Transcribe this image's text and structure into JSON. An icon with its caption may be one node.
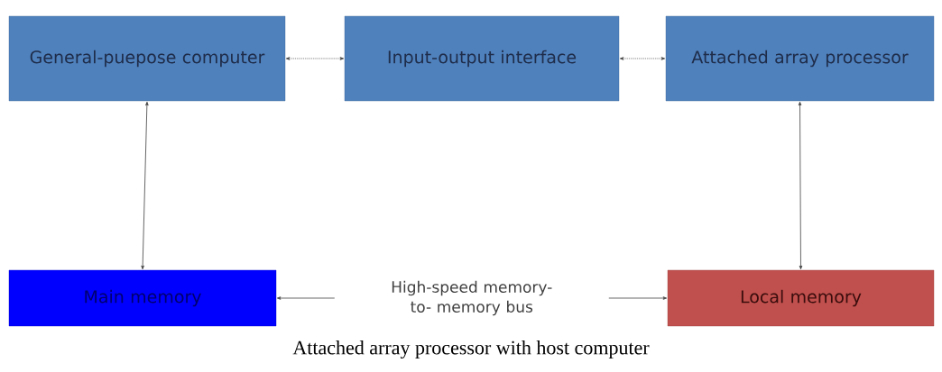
{
  "diagram": {
    "caption": "Attached array processor with host computer",
    "nodes": [
      {
        "text": [
          "General-puepose computer"
        ]
      },
      {
        "text": [
          "Input-output interface"
        ]
      },
      {
        "text": [
          "Attached array processor"
        ]
      },
      {
        "text": [
          "Main memory"
        ]
      },
      {
        "text": [
          "Local memory"
        ]
      }
    ],
    "edges": [
      {
        "from": 0,
        "to": 1,
        "arrow": "both",
        "style": "dashed"
      },
      {
        "from": 1,
        "to": 2,
        "arrow": "both",
        "style": "dashed"
      },
      {
        "from": 0,
        "to": 3,
        "arrow": "both"
      },
      {
        "from": 2,
        "to": 4,
        "arrow": "both"
      },
      {
        "from": 3,
        "to": 4,
        "arrow": "both",
        "label": "High-speed memory-to- memory bus"
      }
    ]
  }
}
